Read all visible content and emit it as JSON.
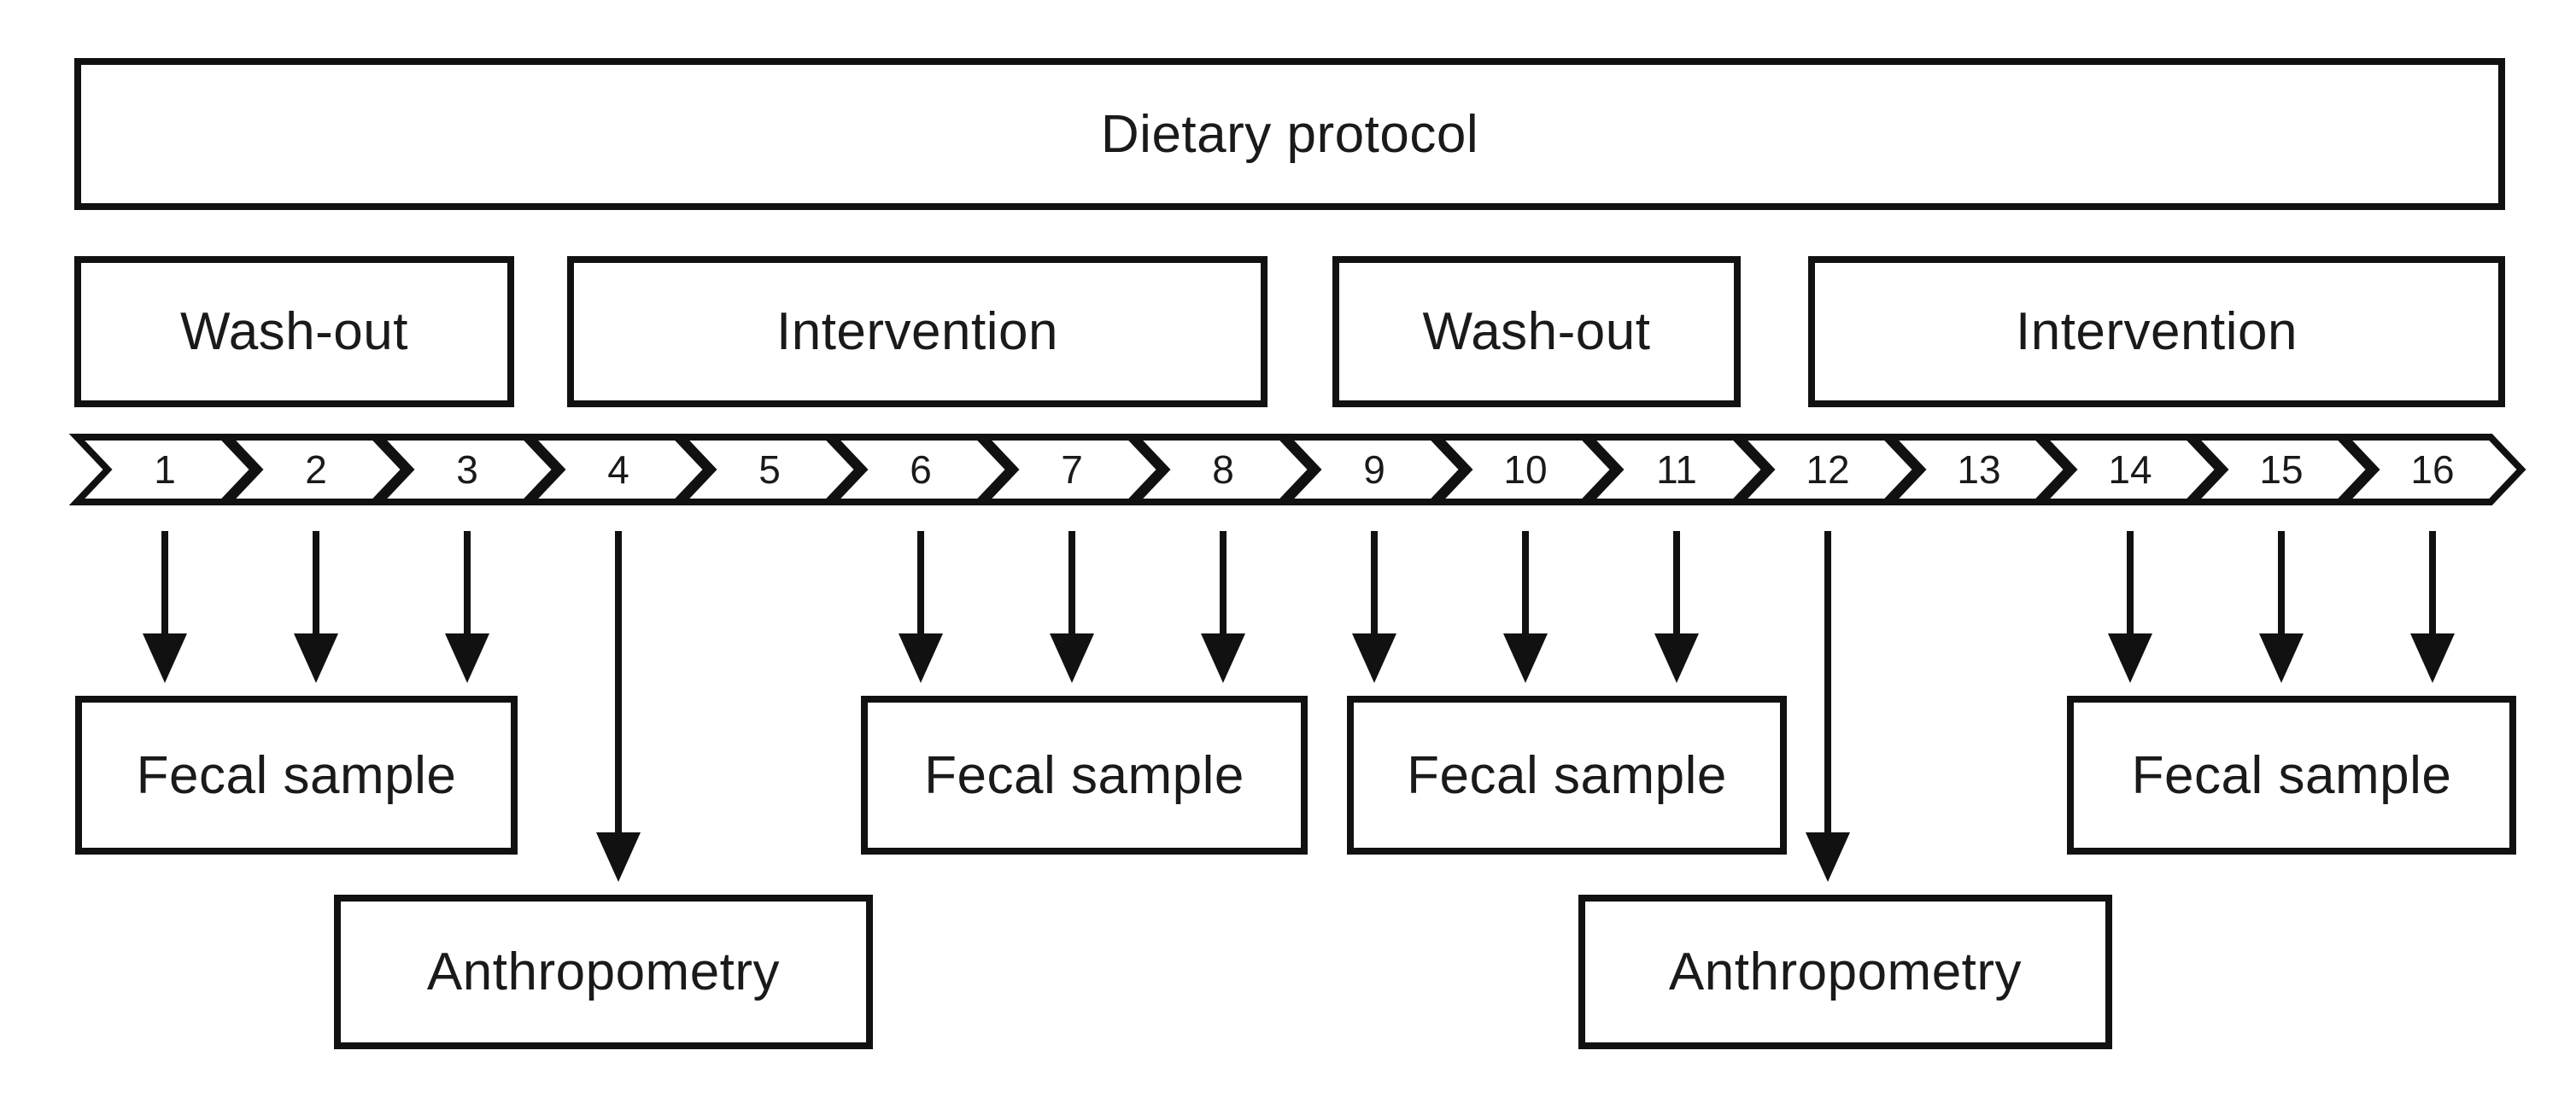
{
  "figure": {
    "title": "Dietary protocol",
    "phases": [
      {
        "label": "Wash-out"
      },
      {
        "label": "Intervention"
      },
      {
        "label": "Wash-out"
      },
      {
        "label": "Intervention"
      }
    ],
    "timeline_steps": [
      {
        "label": "1",
        "arrow": "short"
      },
      {
        "label": "2",
        "arrow": "short"
      },
      {
        "label": "3",
        "arrow": "short"
      },
      {
        "label": "4",
        "arrow": "long"
      },
      {
        "label": "5",
        "arrow": "none"
      },
      {
        "label": "6",
        "arrow": "short"
      },
      {
        "label": "7",
        "arrow": "short"
      },
      {
        "label": "8",
        "arrow": "short"
      },
      {
        "label": "9",
        "arrow": "short"
      },
      {
        "label": "10",
        "arrow": "short"
      },
      {
        "label": "11",
        "arrow": "short"
      },
      {
        "label": "12",
        "arrow": "long"
      },
      {
        "label": "13",
        "arrow": "none"
      },
      {
        "label": "14",
        "arrow": "short"
      },
      {
        "label": "15",
        "arrow": "short"
      },
      {
        "label": "16",
        "arrow": "short"
      }
    ],
    "fecal_sample_boxes": [
      {
        "label": "Fecal sample"
      },
      {
        "label": "Fecal sample"
      },
      {
        "label": "Fecal sample"
      },
      {
        "label": "Fecal sample"
      }
    ],
    "anthropometry_boxes": [
      {
        "label": "Anthropometry"
      },
      {
        "label": "Anthropometry"
      }
    ]
  },
  "colors": {
    "background": "#ffffff",
    "stroke": "#111111",
    "text": "#1a1a1a"
  }
}
